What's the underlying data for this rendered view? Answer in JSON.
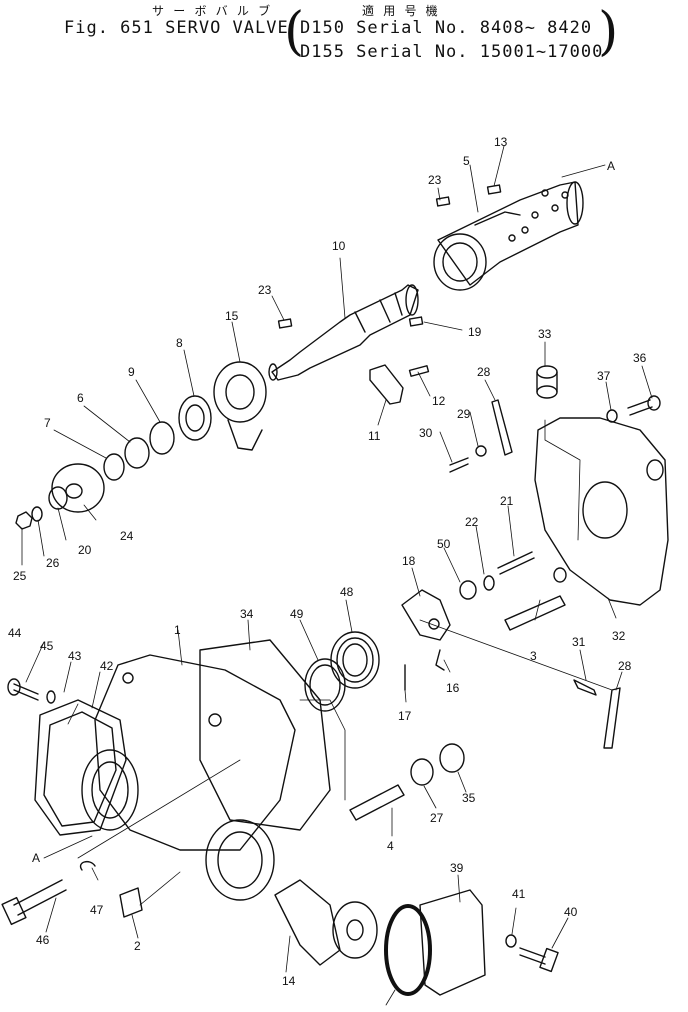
{
  "header": {
    "kana_title": "サ ー ボ  バ ル ブ",
    "kana_applicable": "適 用 号 機",
    "fig": "Fig. 651",
    "name": "SERVO VALVE",
    "row1": "D150 Serial No. 8408~ 8420",
    "row2": "D155 Serial No. 15001~17000"
  },
  "callouts": [
    {
      "id": "c-A1",
      "text": "A"
    },
    {
      "id": "c-13",
      "text": "13"
    },
    {
      "id": "c-5",
      "text": "5"
    },
    {
      "id": "c-23a",
      "text": "23"
    },
    {
      "id": "c-10",
      "text": "10"
    },
    {
      "id": "c-23b",
      "text": "23"
    },
    {
      "id": "c-19",
      "text": "19"
    },
    {
      "id": "c-15",
      "text": "15"
    },
    {
      "id": "c-8",
      "text": "8"
    },
    {
      "id": "c-9",
      "text": "9"
    },
    {
      "id": "c-6",
      "text": "6"
    },
    {
      "id": "c-7",
      "text": "7"
    },
    {
      "id": "c-12",
      "text": "12"
    },
    {
      "id": "c-11",
      "text": "11"
    },
    {
      "id": "c-33",
      "text": "33"
    },
    {
      "id": "c-36",
      "text": "36"
    },
    {
      "id": "c-37",
      "text": "37"
    },
    {
      "id": "c-28a",
      "text": "28"
    },
    {
      "id": "c-29",
      "text": "29"
    },
    {
      "id": "c-30",
      "text": "30"
    },
    {
      "id": "c-24",
      "text": "24"
    },
    {
      "id": "c-20",
      "text": "20"
    },
    {
      "id": "c-26",
      "text": "26"
    },
    {
      "id": "c-25",
      "text": "25"
    },
    {
      "id": "c-21",
      "text": "21"
    },
    {
      "id": "c-22",
      "text": "22"
    },
    {
      "id": "c-50",
      "text": "50"
    },
    {
      "id": "c-18",
      "text": "18"
    },
    {
      "id": "c-48",
      "text": "48"
    },
    {
      "id": "c-49",
      "text": "49"
    },
    {
      "id": "c-34",
      "text": "34"
    },
    {
      "id": "c-1",
      "text": "1"
    },
    {
      "id": "c-3",
      "text": "3"
    },
    {
      "id": "c-32",
      "text": "32"
    },
    {
      "id": "c-31",
      "text": "31"
    },
    {
      "id": "c-28b",
      "text": "28"
    },
    {
      "id": "c-44",
      "text": "44"
    },
    {
      "id": "c-45",
      "text": "45"
    },
    {
      "id": "c-43",
      "text": "43"
    },
    {
      "id": "c-42",
      "text": "42"
    },
    {
      "id": "c-16",
      "text": "16"
    },
    {
      "id": "c-17",
      "text": "17"
    },
    {
      "id": "c-35",
      "text": "35"
    },
    {
      "id": "c-27",
      "text": "27"
    },
    {
      "id": "c-4",
      "text": "4"
    },
    {
      "id": "c-A2",
      "text": "A"
    },
    {
      "id": "c-47",
      "text": "47"
    },
    {
      "id": "c-46",
      "text": "46"
    },
    {
      "id": "c-2",
      "text": "2"
    },
    {
      "id": "c-14",
      "text": "14"
    },
    {
      "id": "c-39",
      "text": "39"
    },
    {
      "id": "c-41",
      "text": "41"
    },
    {
      "id": "c-40",
      "text": "40"
    }
  ]
}
